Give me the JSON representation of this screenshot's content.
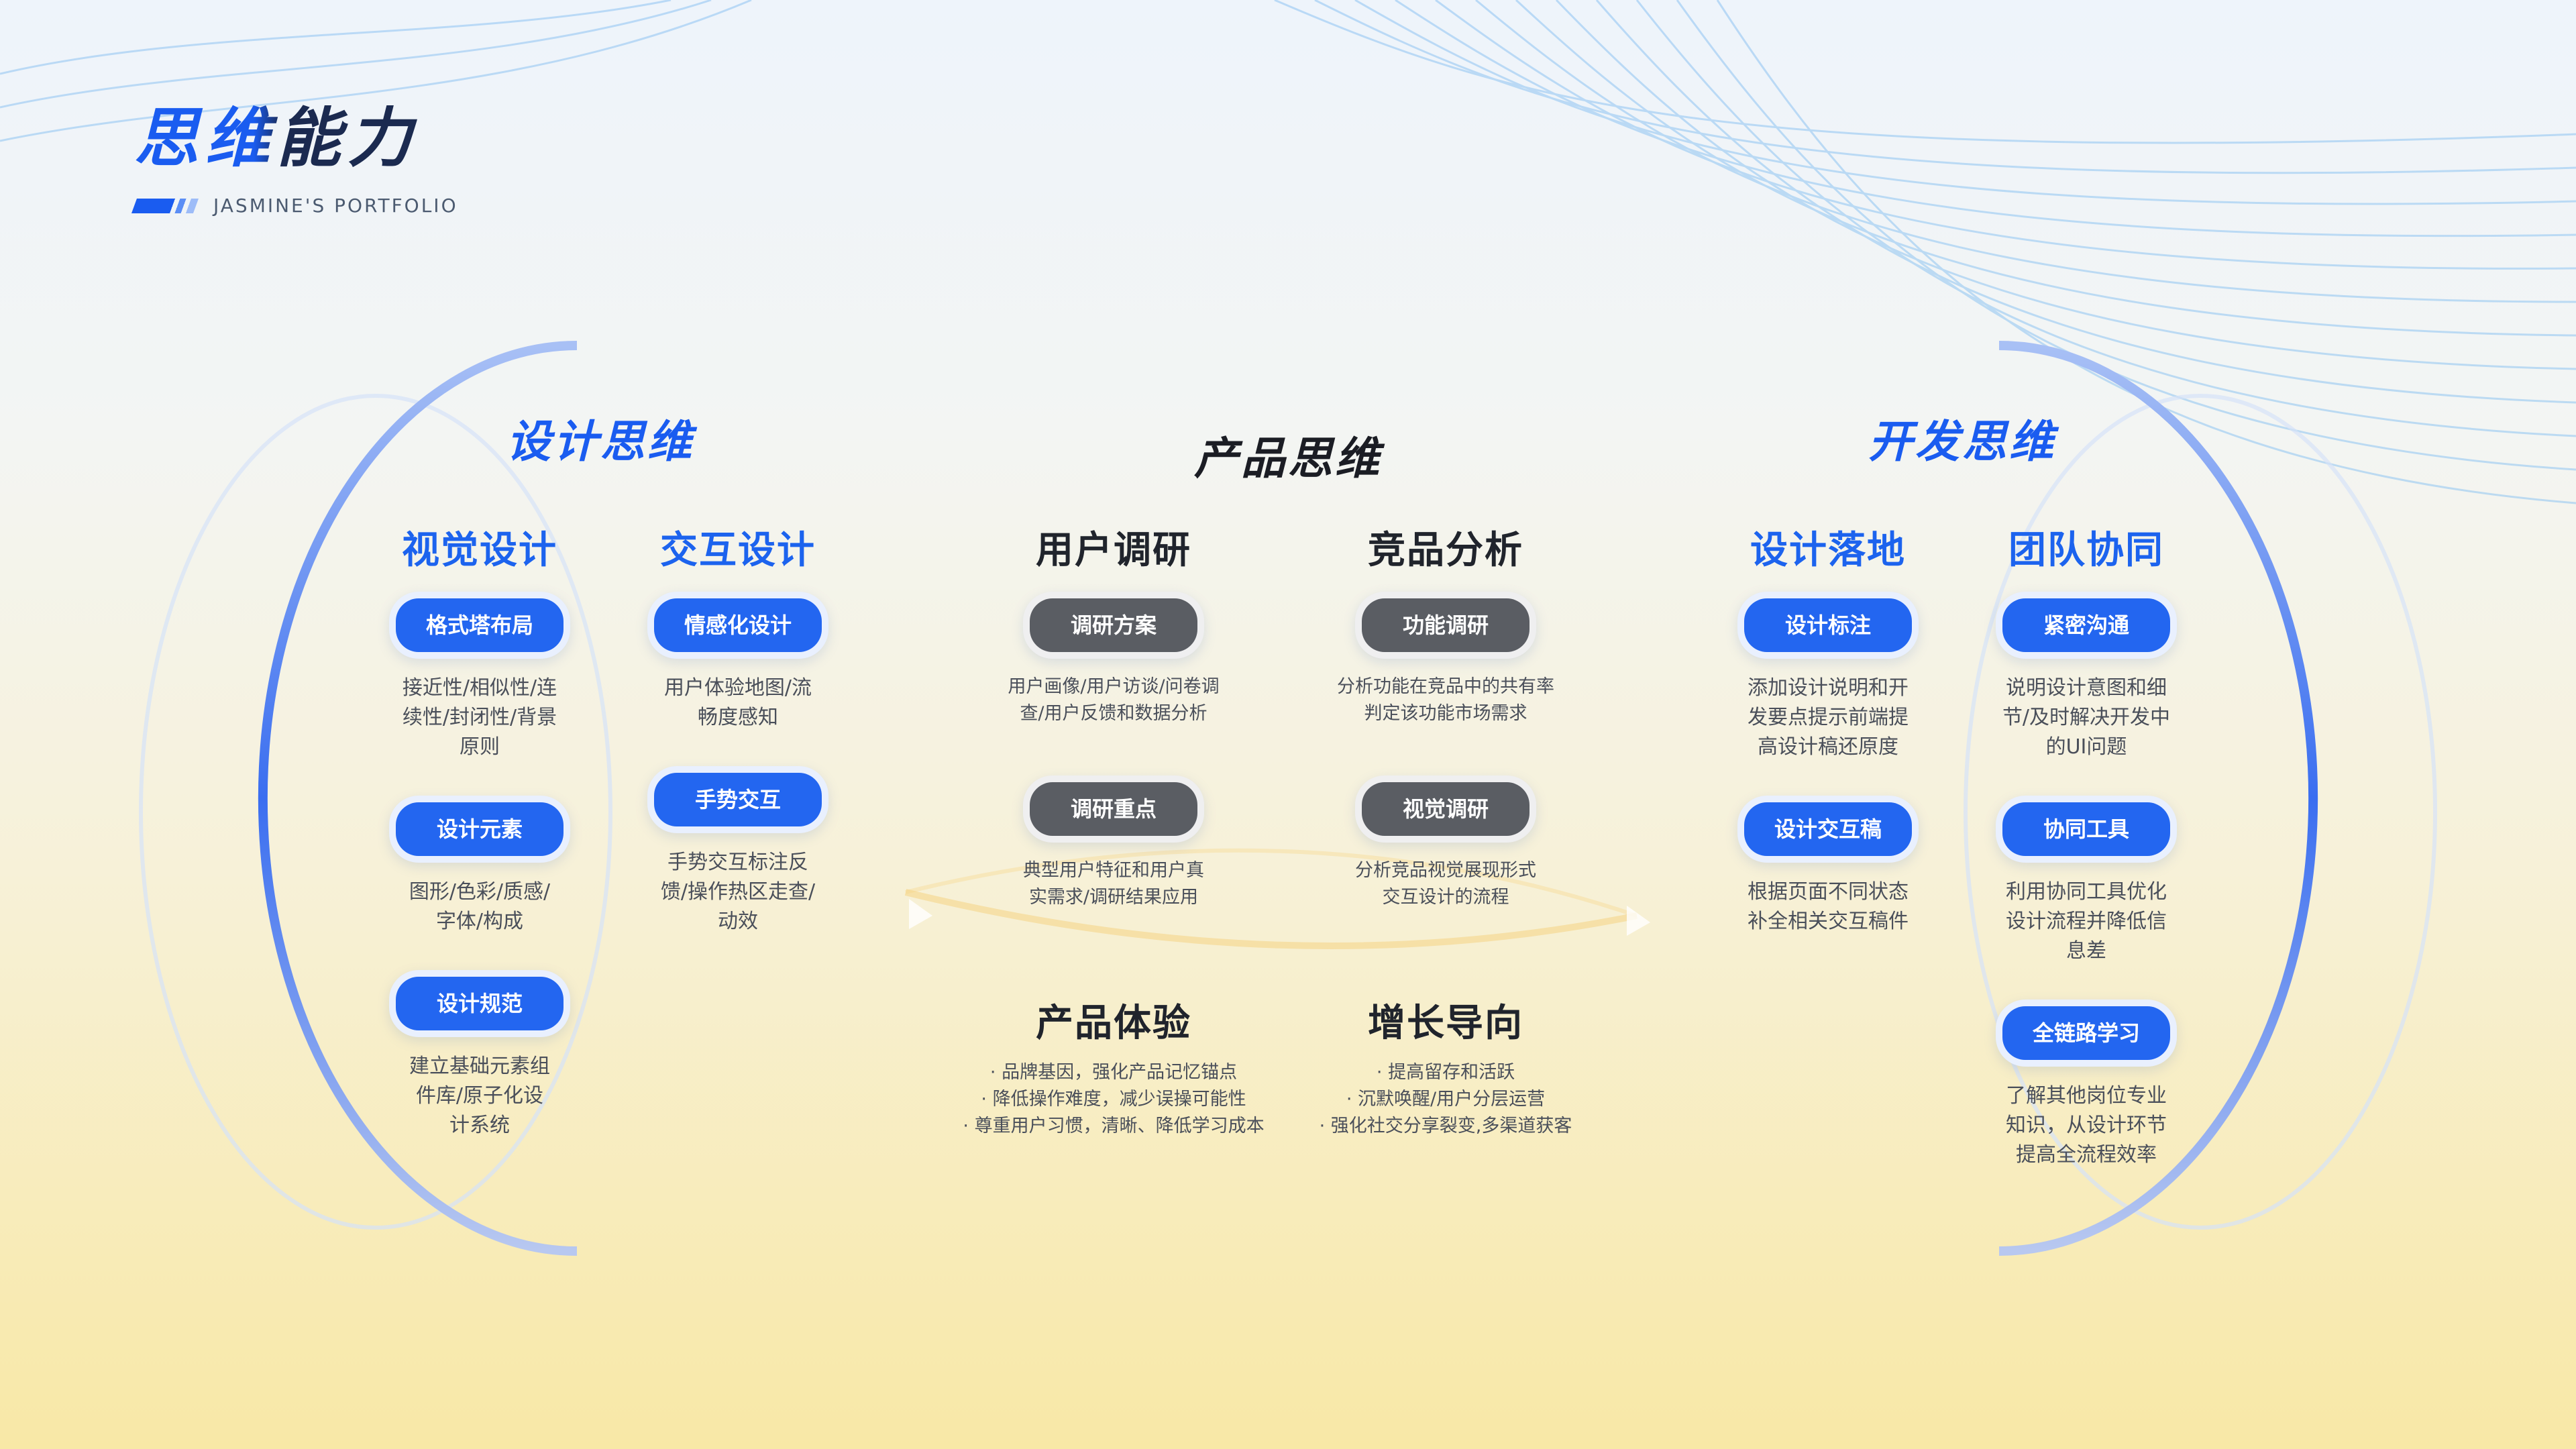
{
  "header": {
    "title": "思维能力",
    "subtitle": "JASMINE'S PORTFOLIO"
  },
  "colors": {
    "accent": "#1a5cf0",
    "gray_pill": "#5a5d63",
    "dark_text": "#1b1d24"
  },
  "sections": {
    "design": {
      "title": "设计思维",
      "visual": {
        "heading": "视觉设计",
        "items": [
          {
            "pill": "格式塔布局",
            "desc": "接近性/相似性/连续性/封闭性/背景原则"
          },
          {
            "pill": "设计元素",
            "desc": "图形/色彩/质感/字体/构成"
          },
          {
            "pill": "设计规范",
            "desc": "建立基础元素组件库/原子化设计系统"
          }
        ]
      },
      "interaction": {
        "heading": "交互设计",
        "items": [
          {
            "pill": "情感化设计",
            "desc": "用户体验地图/流畅度感知"
          },
          {
            "pill": "手势交互",
            "desc": "手势交互标注反馈/操作热区走查/动效"
          }
        ]
      }
    },
    "product": {
      "title": "产品思维",
      "research": {
        "heading": "用户调研",
        "items": [
          {
            "pill": "调研方案",
            "desc": "用户画像/用户访谈/问卷调查/用户反馈和数据分析"
          },
          {
            "pill": "调研重点",
            "desc": "典型用户特征和用户真实需求/调研结果应用"
          }
        ]
      },
      "competitor": {
        "heading": "竞品分析",
        "items": [
          {
            "pill": "功能调研",
            "desc": "分析功能在竞品中的共有率判定该功能市场需求"
          },
          {
            "pill": "视觉调研",
            "desc": "分析竞品视觉展现形式交互设计的流程"
          }
        ]
      },
      "experience": {
        "heading": "产品体验",
        "points": [
          "· 品牌基因，强化产品记忆锚点",
          "· 降低操作难度，减少误操可能性",
          "· 尊重用户习惯，清晰、降低学习成本"
        ]
      },
      "growth": {
        "heading": "增长导向",
        "points": [
          "· 提高留存和活跃",
          "· 沉默唤醒/用户分层运营",
          "· 强化社交分享裂变,多渠道获客"
        ]
      }
    },
    "dev": {
      "title": "开发思维",
      "landing": {
        "heading": "设计落地",
        "items": [
          {
            "pill": "设计标注",
            "desc": "添加设计说明和开发要点提示前端提高设计稿还原度"
          },
          {
            "pill": "设计交互稿",
            "desc": "根据页面不同状态补全相关交互稿件"
          }
        ]
      },
      "team": {
        "heading": "团队协同",
        "items": [
          {
            "pill": "紧密沟通",
            "desc": "说明设计意图和细节/及时解决开发中的UI问题"
          },
          {
            "pill": "协同工具",
            "desc": "利用协同工具优化设计流程并降低信息差"
          },
          {
            "pill": "全链路学习",
            "desc": "了解其他岗位专业知识，从设计环节提高全流程效率"
          }
        ]
      }
    }
  }
}
